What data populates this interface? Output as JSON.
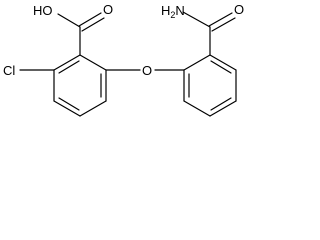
{
  "molecule": {
    "atoms": {
      "hydroxyl": "HO",
      "carbonyl_oxygen_acid": "O",
      "chlorine": "Cl",
      "ether_oxygen": "O",
      "amide_nitrogen": "H",
      "amide_nitrogen_subscript": "2",
      "amide_nitrogen_tail": "N",
      "carbonyl_oxygen_amide": "O"
    }
  }
}
